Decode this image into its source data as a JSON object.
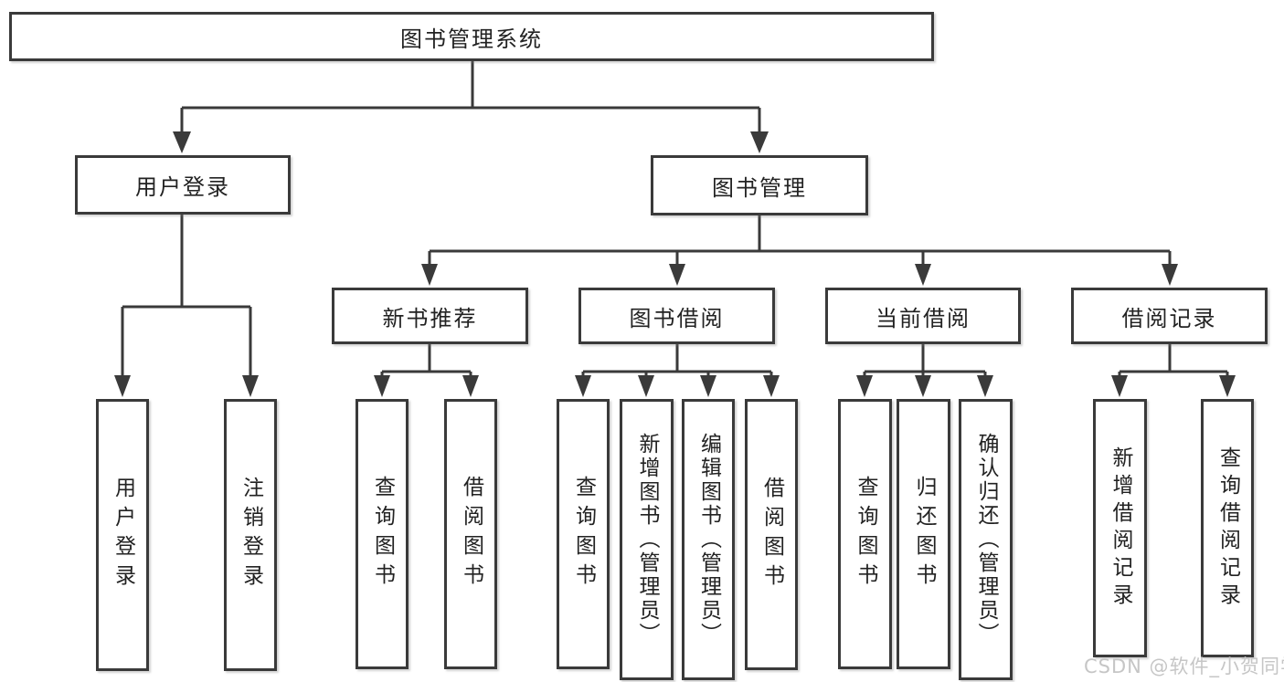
{
  "tree": {
    "root": {
      "label": "图书管理系统"
    },
    "level2": [
      {
        "label": "用户登录"
      },
      {
        "label": "图书管理"
      }
    ],
    "level3": [
      {
        "label": "新书推荐",
        "parent": "图书管理"
      },
      {
        "label": "图书借阅",
        "parent": "图书管理"
      },
      {
        "label": "当前借阅",
        "parent": "图书管理"
      },
      {
        "label": "借阅记录",
        "parent": "图书管理"
      }
    ],
    "leaves": [
      {
        "label": "用户登录",
        "parent": "用户登录"
      },
      {
        "label": "注销登录",
        "parent": "用户登录"
      },
      {
        "label": "查询图书",
        "parent": "新书推荐"
      },
      {
        "label": "借阅图书",
        "parent": "新书推荐"
      },
      {
        "label": "查询图书",
        "parent": "图书借阅"
      },
      {
        "label": "新增图书（管理员）",
        "parent": "图书借阅"
      },
      {
        "label": "编辑图书（管理员）",
        "parent": "图书借阅"
      },
      {
        "label": "借阅图书",
        "parent": "图书借阅"
      },
      {
        "label": "查询图书",
        "parent": "当前借阅"
      },
      {
        "label": "归还图书",
        "parent": "当前借阅"
      },
      {
        "label": "确认归还（管理员）",
        "parent": "当前借阅"
      },
      {
        "label": "新增借阅记录",
        "parent": "借阅记录"
      },
      {
        "label": "查询借阅记录",
        "parent": "借阅记录"
      }
    ]
  },
  "watermark": {
    "text": "CSDN @软件_小贺同学",
    "color": "#c6c6c6"
  },
  "colors": {
    "line": "#3a3a3a",
    "box_border": "#3a3a3a",
    "text": "#222222",
    "background": "#ffffff"
  }
}
